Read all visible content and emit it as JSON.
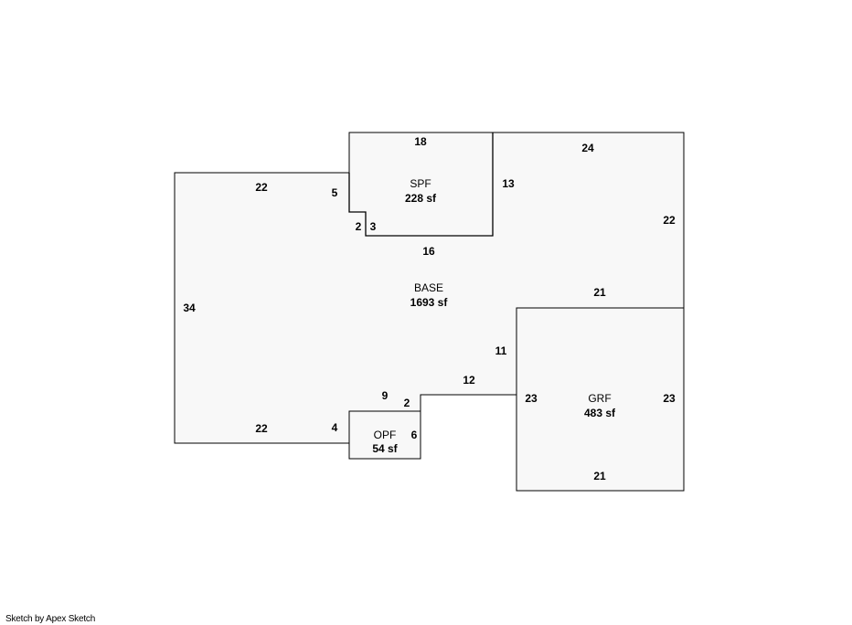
{
  "areas": {
    "base": {
      "name": "BASE",
      "size": "1693 sf"
    },
    "spf": {
      "name": "SPF",
      "size": "228 sf"
    },
    "grf": {
      "name": "GRF",
      "size": "483 sf"
    },
    "opf": {
      "name": "OPF",
      "size": "54 sf"
    }
  },
  "dimensions": {
    "base_top_left": "22",
    "base_left": "34",
    "base_bottom_left": "22",
    "spf_left_side": "5",
    "spf_step_down": "2",
    "spf_step_over": "3",
    "spf_top": "18",
    "spf_right": "13",
    "spf_bottom": "16",
    "base_top_right": "24",
    "base_right_upper": "22",
    "grf_top": "21",
    "grf_left_upper": "11",
    "base_notch_top": "12",
    "base_notch_side": "2",
    "opf_top": "9",
    "opf_left": "4",
    "opf_right": "6",
    "grf_left": "23",
    "grf_right": "23",
    "grf_bottom": "21"
  },
  "footer": {
    "credit": "Sketch by Apex Sketch"
  }
}
